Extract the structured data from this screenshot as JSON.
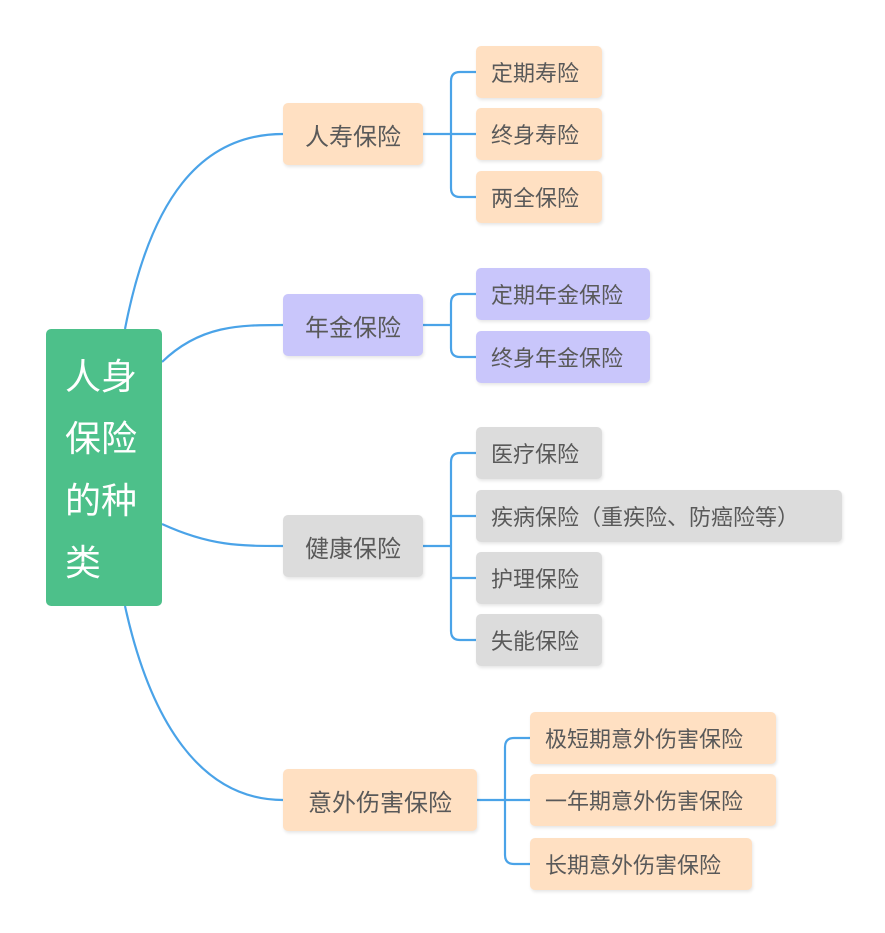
{
  "root": {
    "label": "人身保险的种类"
  },
  "categories": [
    {
      "label": "人寿保险",
      "color": "#ffe0c2",
      "children": [
        "定期寿险",
        "终身寿险",
        "两全保险"
      ]
    },
    {
      "label": "年金保险",
      "color": "#c9c6fb",
      "children": [
        "定期年金保险",
        "终身年金保险"
      ]
    },
    {
      "label": "健康保险",
      "color": "#dcdcdc",
      "children": [
        "医疗保险",
        "疾病保险（重疾险、防癌险等）",
        "护理保险",
        "失能保险"
      ]
    },
    {
      "label": "意外伤害保险",
      "color": "#ffe0c2",
      "children": [
        "极短期意外伤害保险",
        "一年期意外伤害保险",
        "长期意外伤害保险"
      ]
    }
  ],
  "colors": {
    "root": "#4dc08a",
    "connector": "#4aa3e8"
  }
}
